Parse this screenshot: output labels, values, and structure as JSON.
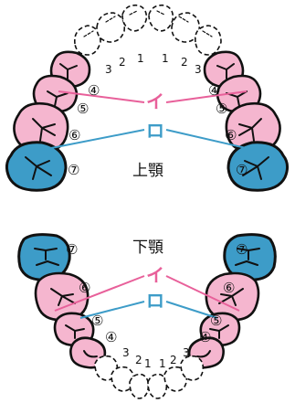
{
  "upper": {
    "jaw_label": "上顎",
    "incisor_numbers": [
      "3",
      "2",
      "1",
      "1",
      "2",
      "3"
    ],
    "molar_numbers": [
      "④",
      "⑤",
      "⑥",
      "⑦"
    ]
  },
  "lower": {
    "jaw_label": "下顎",
    "incisor_numbers": [
      "3",
      "2",
      "1",
      "1",
      "2",
      "3"
    ],
    "molar_numbers": [
      "④",
      "⑤",
      "⑥",
      "⑦"
    ]
  },
  "labels": {
    "pink": "イ",
    "blue": "ロ"
  },
  "colors": {
    "pink": "#f5b6cf",
    "blue": "#3d9cc8",
    "pink_line": "#e8609a",
    "outline": "#111111"
  }
}
